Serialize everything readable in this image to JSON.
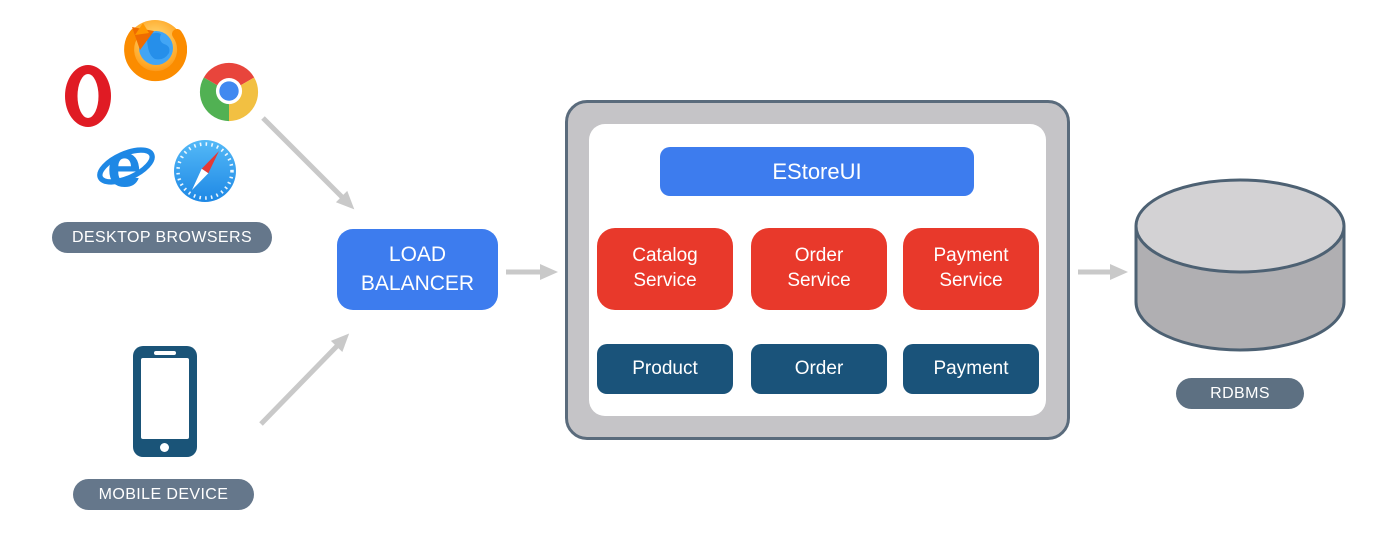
{
  "clients": {
    "desktop_label": "DESKTOP BROWSERS",
    "mobile_label": "MOBILE DEVICE",
    "browsers": [
      "Firefox",
      "Opera",
      "Chrome",
      "Internet Explorer",
      "Safari"
    ]
  },
  "load_balancer": {
    "label": "LOAD BALANCER"
  },
  "monolith": {
    "ui_label": "EStoreUI",
    "services": [
      {
        "label": "Catalog Service"
      },
      {
        "label": "Order Service"
      },
      {
        "label": "Payment Service"
      }
    ],
    "entities": [
      {
        "label": "Product"
      },
      {
        "label": "Order"
      },
      {
        "label": "Payment"
      }
    ]
  },
  "database": {
    "label": "RDBMS"
  },
  "colors": {
    "accent_blue": "#3d7cee",
    "service_red": "#e8392b",
    "entity_navy": "#1a537a",
    "pill_gray": "#65778b",
    "arrow_gray": "#c9c9c9",
    "container_gray": "#c5c4c7",
    "container_border": "#5a6b7c",
    "cylinder_top": "#d3d2d4",
    "cylinder_body": "#b0afb2"
  }
}
